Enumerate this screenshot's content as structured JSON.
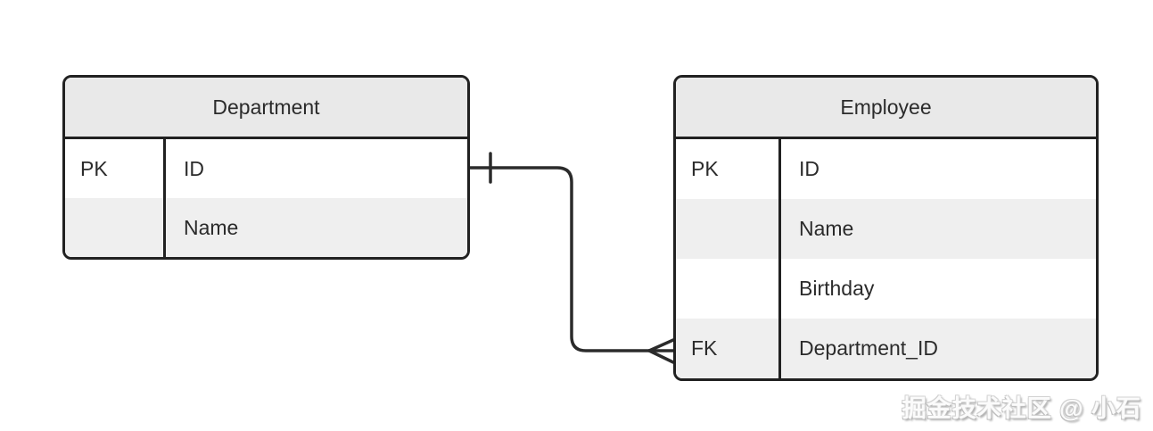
{
  "diagram": {
    "entities": [
      {
        "name": "Department",
        "rows": [
          {
            "key": "PK",
            "attribute": "ID"
          },
          {
            "key": "",
            "attribute": "Name"
          }
        ]
      },
      {
        "name": "Employee",
        "rows": [
          {
            "key": "PK",
            "attribute": "ID"
          },
          {
            "key": "",
            "attribute": "Name"
          },
          {
            "key": "",
            "attribute": "Birthday"
          },
          {
            "key": "FK",
            "attribute": "Department_ID"
          }
        ]
      }
    ],
    "relationship": {
      "from_entity": "Department",
      "from_attribute": "ID",
      "from_cardinality": "one",
      "to_entity": "Employee",
      "to_attribute": "Department_ID",
      "to_cardinality": "many"
    }
  },
  "watermark": {
    "text": "掘金技术社区 @ 小石"
  },
  "colors": {
    "background": "#ffffff",
    "entity_border": "#212121",
    "header_fill": "#e9e9e9",
    "row_fill": "#ffffff",
    "row_alt_fill": "#efefef",
    "text": "#2b2b2b",
    "relationship_line": "#2b2b2b",
    "watermark": "#d9d9d9"
  }
}
